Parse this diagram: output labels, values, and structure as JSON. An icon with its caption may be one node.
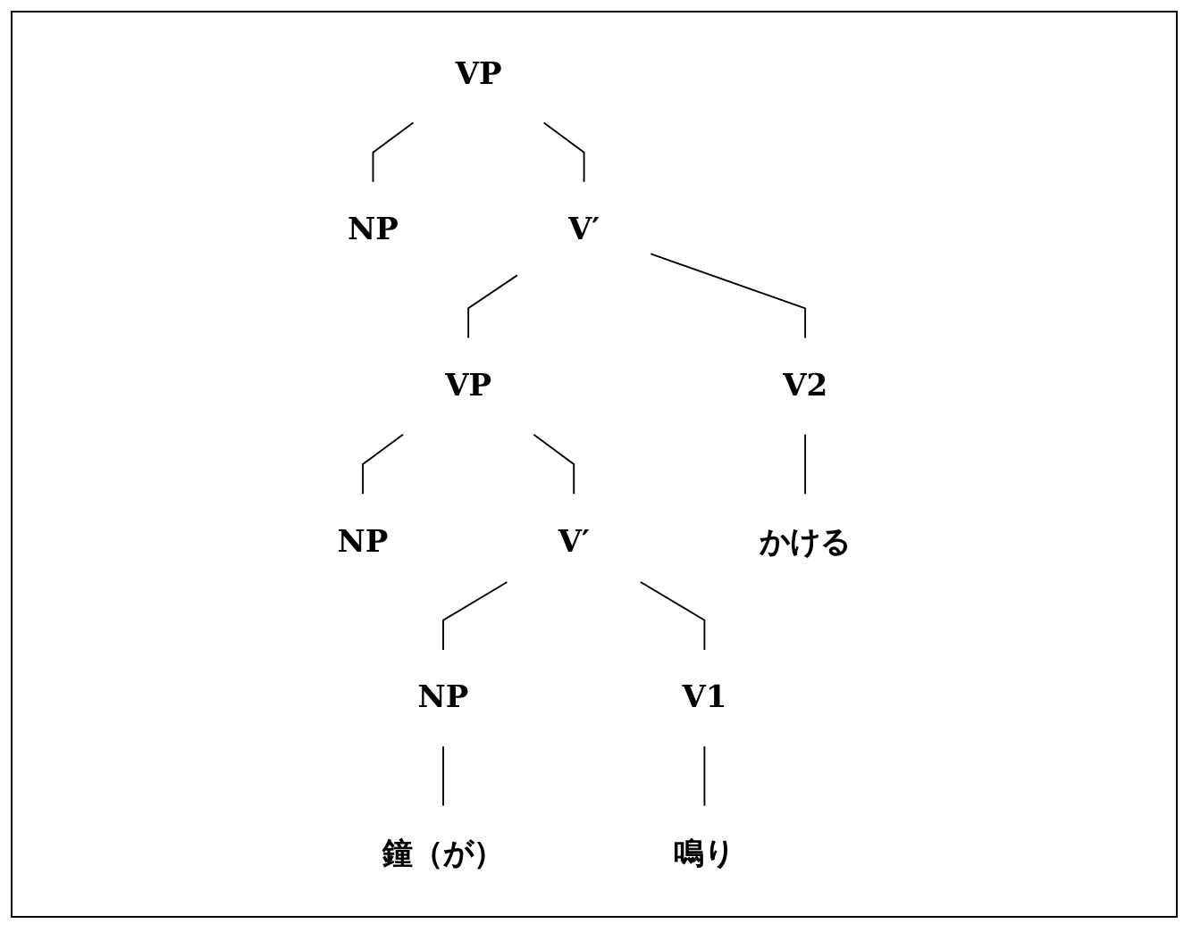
{
  "diagram": {
    "nodes": [
      {
        "text": [
          "VP"
        ]
      },
      {
        "text": [
          "NP"
        ]
      },
      {
        "text": [
          "V′"
        ]
      },
      {
        "text": [
          "VP"
        ]
      },
      {
        "text": [
          "V2"
        ]
      },
      {
        "text": [
          "NP"
        ]
      },
      {
        "text": [
          "V′"
        ]
      },
      {
        "text": [
          "かける"
        ]
      },
      {
        "text": [
          "NP"
        ]
      },
      {
        "text": [
          "V1"
        ]
      },
      {
        "text": [
          "鐘（が）"
        ]
      },
      {
        "text": [
          "鳴り"
        ]
      }
    ],
    "edges": [
      {
        "from": 0,
        "to": 1,
        "arrow": "none"
      },
      {
        "from": 0,
        "to": 2,
        "arrow": "none"
      },
      {
        "from": 2,
        "to": 3,
        "arrow": "none"
      },
      {
        "from": 2,
        "to": 4,
        "arrow": "none"
      },
      {
        "from": 3,
        "to": 5,
        "arrow": "none"
      },
      {
        "from": 3,
        "to": 6,
        "arrow": "none"
      },
      {
        "from": 4,
        "to": 7,
        "arrow": "none"
      },
      {
        "from": 6,
        "to": 8,
        "arrow": "none"
      },
      {
        "from": 6,
        "to": 9,
        "arrow": "none"
      },
      {
        "from": 8,
        "to": 10,
        "arrow": "none"
      },
      {
        "from": 9,
        "to": 11,
        "arrow": "none"
      }
    ]
  }
}
